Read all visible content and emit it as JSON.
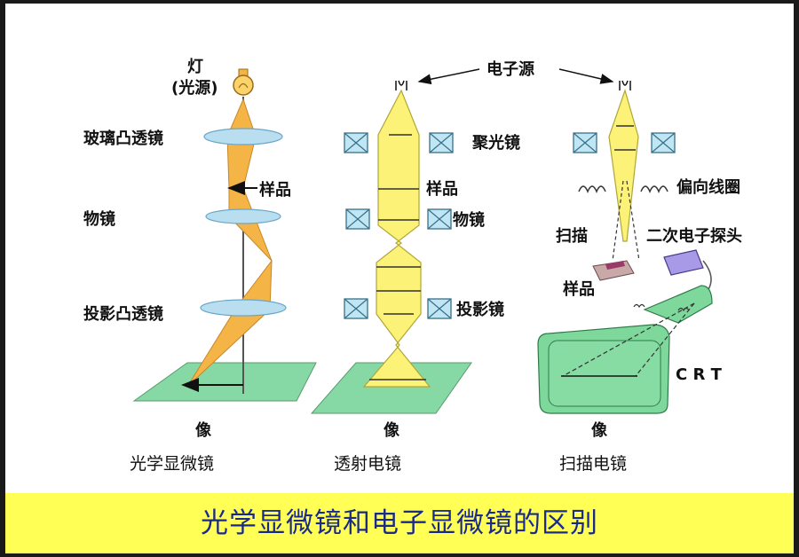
{
  "colors": {
    "beam_optical": "#f4b446",
    "beam_electron": "#fbf277",
    "lens": "#b9def0",
    "coil": "#bfe6f2",
    "plate": "#86d9a5",
    "crt": "#7fd89b",
    "detector": "#a89ae6",
    "banner_bg": "#ffff55",
    "banner_text": "#1a2a8a"
  },
  "labels": {
    "lamp": "灯",
    "light_source": "(光源)",
    "electron_source": "电子源",
    "glass_convex_lens": "玻璃凸透镜",
    "sample_1": "样品",
    "objective_lens_1": "物镜",
    "projection_convex_lens": "投影凸透镜",
    "condenser_lens": "聚光镜",
    "sample_2": "样品",
    "objective_lens_2": "物镜",
    "projection_lens": "投影镜",
    "deflection_coil": "偏向线圈",
    "scanning": "扫描",
    "secondary_electron_probe": "二次电子探头",
    "sample_3": "样品",
    "crt": "C R T",
    "image_1": "像",
    "image_2": "像",
    "image_3": "像"
  },
  "captions": {
    "optical": "光学显微镜",
    "tem": "透射电镜",
    "sem": "扫描电镜"
  },
  "title": "光学显微镜和电子显微镜的区别"
}
